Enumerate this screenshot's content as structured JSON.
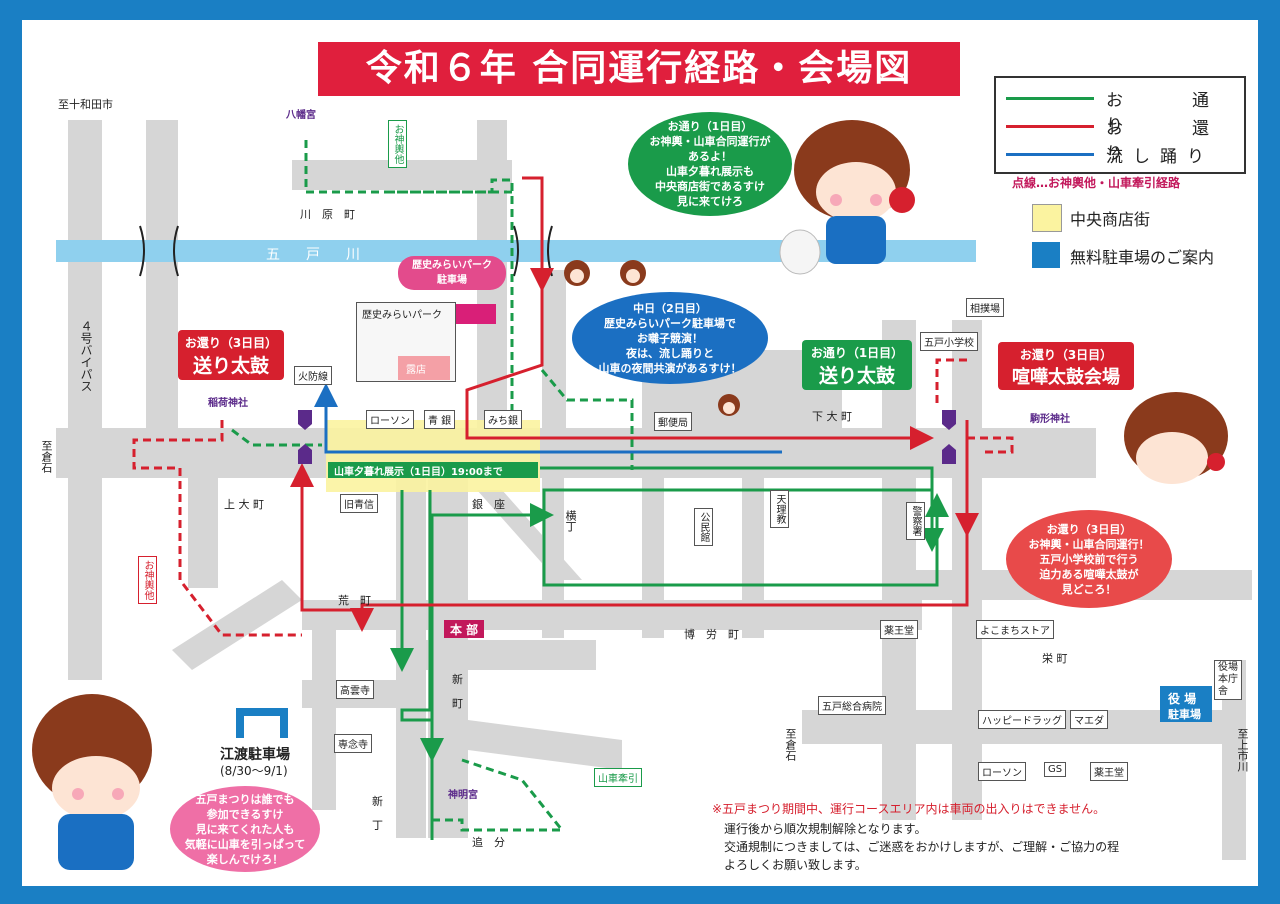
{
  "title": "令和６年 合同運行経路・会場図",
  "legend": {
    "items": [
      {
        "label": "お　通　り",
        "color": "#1a9b4a"
      },
      {
        "label": "お　還　り",
        "color": "#d6202e"
      },
      {
        "label": "流し踊り",
        "color": "#1b6fc2"
      }
    ],
    "dotted_note": "点線…お神輿他・山車牽引経路",
    "shopping_street": "中央商店街",
    "parking_info": "無料駐車場のご案内",
    "shopping_color": "#fbf3a0",
    "parking_color": "#1a7fc4"
  },
  "places": {
    "towada": "至十和田市",
    "hachimangu": "八幡宮",
    "kawaramachi": "川　原　町",
    "gonohe_river": "五　戸　川",
    "rekishi_park": "歴史みらいパーク",
    "rekishi_parking": "歴史みらいパーク\n駐車場",
    "roten": "露店",
    "kabosen": "火防線",
    "route4": "４号バイパス",
    "inari": "稲荷神社",
    "lawson1": "ローソン",
    "aogin": "青 銀",
    "michigin": "みち銀",
    "yubinkyoku": "郵便局",
    "shimoomachi": "下 大 町",
    "sumoba": "相撲場",
    "gonohe_elem": "五戸小学校",
    "komagata": "駒形神社",
    "to_kuraishi_w": "至倉石",
    "kamiomachi": "上 大 町",
    "kyuaoshin": "旧青信",
    "ginza": "銀　座",
    "yokocho": "横丁",
    "kominkan": "公民館",
    "tenrikyo": "天理教",
    "keisatsu": "警察署",
    "aramachi": "荒　町",
    "honbu": "本 部",
    "hakuromachi": "博　労　町",
    "yakuodo1": "薬王堂",
    "yokomachi_store": "よこまちストア",
    "sakaemachi": "栄 町",
    "yakuba_honcho": "役場本庁舎",
    "yakuba_parking_1": "役 場",
    "yakuba_parking_2": "駐車場",
    "koun_ji": "高雲寺",
    "shinmachi": "新\n町",
    "sengenji": "専念寺",
    "gonohe_hospital": "五戸総合病院",
    "happy_drug": "ハッピードラッグ",
    "maeda": "マエダ",
    "to_kuraishi_s": "至倉石",
    "to_kamiichikawa": "至上市川",
    "lawson2": "ローソン",
    "gs": "GS",
    "yakuodo2": "薬王堂",
    "edo_parking": "江渡駐車場",
    "edo_dates": "(8/30～9/1)",
    "shinmeigu": "神明宮",
    "shincho": "新\n丁",
    "oiwake": "追　分",
    "dashi_hiki": "山車牽引",
    "omikoshi_1": "お神輿他",
    "omikoshi_2": "お神輿他",
    "dashi_yugure": "山車夕暮れ展示（1日目）19:00まで"
  },
  "callouts": {
    "okuri_day3_sub": "お還り（3日目）",
    "okuri_day3_main": "送り太鼓",
    "otori_day1_sub": "お通り（1日目）",
    "otori_day1_main": "送り太鼓",
    "okaeri_day3_sub": "お還り（3日目）",
    "okaeri_day3_main": "喧嘩太鼓会場"
  },
  "bubbles": {
    "day1": "お通り（1日目）\nお神輿・山車合同運行が\nあるよ！\n山車夕暮れ展示も\n中央商店街であるすけ\n見に来てけろ",
    "day2": "中日（2日目）\n歴史みらいパーク駐車場で\nお囃子競演！\n夜は、流し踊りと\n山車の夜間共演があるすけ！",
    "day3": "お還り（3日目）\nお神輿・山車合同運行！\n五戸小学校前で行う\n迫力ある喧嘩太鼓が\n見どころ！",
    "welcome": "五戸まつりは誰でも\n参加できるすけ\n見に来てくれた人も\n気軽に山車を引っぱって\n楽しんでけろ！"
  },
  "notice": {
    "line1": "※五戸まつり期間中、運行コースエリア内は車両の出入りはできません。",
    "line2": "運行後から順次規制解除となります。",
    "line3": "交通規制につきましては、ご迷惑をおかけしますが、ご理解・ご協力の程",
    "line4": "よろしくお願い致します。"
  }
}
